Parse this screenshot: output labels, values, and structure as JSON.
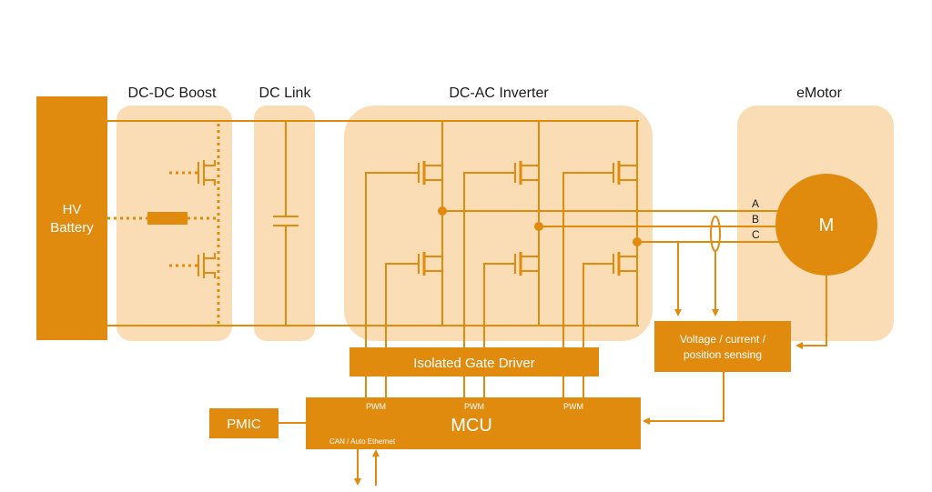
{
  "colors": {
    "primary": "#E08A0E",
    "panel": "#FBDDB5",
    "background": "#FFFFFF",
    "text_on_primary": "#FFFFFF",
    "text_dark": "#1A1A1A"
  },
  "sections": {
    "boost": "DC-DC Boost",
    "link": "DC Link",
    "inverter": "DC-AC Inverter",
    "motor": "eMotor"
  },
  "battery": {
    "line1": "HV",
    "line2": "Battery"
  },
  "motor": {
    "label": "M"
  },
  "phases": {
    "a": "A",
    "b": "B",
    "c": "C"
  },
  "gate_driver": {
    "label": "Isolated Gate Driver"
  },
  "sensing": {
    "line1": "Voltage / current /",
    "line2": "position sensing"
  },
  "mcu": {
    "label": "MCU",
    "pwm": [
      "PWM",
      "PWM",
      "PWM"
    ],
    "bus": "CAN / Auto Ethernet"
  },
  "pmic": {
    "label": "PMIC"
  }
}
